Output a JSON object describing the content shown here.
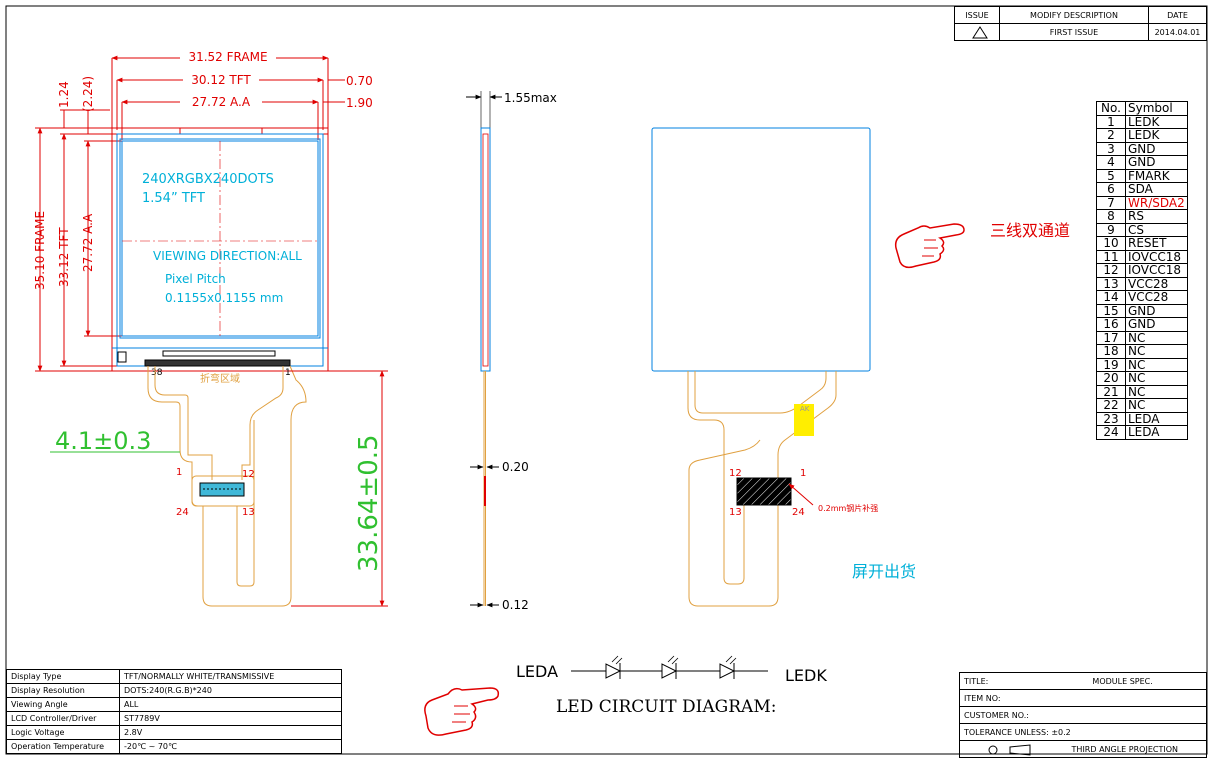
{
  "issue_block": {
    "headers": {
      "issue": "ISSUE",
      "desc": "MODIFY DESCRIPTION",
      "date": "DATE"
    },
    "row": {
      "desc": "FIRST ISSUE",
      "date": "2014.04.01"
    }
  },
  "front_view": {
    "dim_frame_w": "31.52 FRAME",
    "dim_tft_w": "30.12 TFT",
    "dim_aa_w": "27.72 A.A",
    "dim_070": "0.70",
    "dim_190": "1.90",
    "dim_124": "1.24",
    "dim_224": "(2.24)",
    "dim_frame_h": "35.10 FRAME",
    "dim_tft_h": "33.12 TFT",
    "dim_aa_h": "27.72 A.A",
    "resolution_text": "240XRGBX240DOTS",
    "size_text": "1.54”  TFT",
    "viewing_text": "VIEWING DIRECTION:ALL",
    "pitch_label": "Pixel Pitch",
    "pitch_value": "0.1155x0.1155 mm",
    "pin_38": "38",
    "pin_1": "1",
    "fpc_label": "折弯区域",
    "dim_fpc_width": "4.1±0.3",
    "dim_fpc_len": "33.64±0.5",
    "conn_pin_1": "1",
    "conn_pin_12": "12",
    "conn_pin_24": "24",
    "conn_pin_13": "13"
  },
  "side_view": {
    "dim_thickness": "1.55max",
    "dim_fpc_t1": "0.20",
    "dim_fpc_t2": "0.12"
  },
  "back_view": {
    "annotation": "三线双通道",
    "stiffener_note": "0.2mm钢片补强",
    "ship_note": "屏开出货",
    "ak_label": "AK",
    "conn_pin_12": "12",
    "conn_pin_1": "1",
    "conn_pin_13": "13",
    "conn_pin_24": "24"
  },
  "pin_table": {
    "headers": {
      "no": "No.",
      "symbol": "Symbol"
    },
    "pins": [
      {
        "no": "1",
        "symbol": "LEDK"
      },
      {
        "no": "2",
        "symbol": "LEDK"
      },
      {
        "no": "3",
        "symbol": "GND"
      },
      {
        "no": "4",
        "symbol": "GND"
      },
      {
        "no": "5",
        "symbol": "FMARK"
      },
      {
        "no": "6",
        "symbol": "SDA"
      },
      {
        "no": "7",
        "symbol": "WR/SDA2"
      },
      {
        "no": "8",
        "symbol": "RS"
      },
      {
        "no": "9",
        "symbol": "CS"
      },
      {
        "no": "10",
        "symbol": "RESET"
      },
      {
        "no": "11",
        "symbol": "IOVCC18"
      },
      {
        "no": "12",
        "symbol": "IOVCC18"
      },
      {
        "no": "13",
        "symbol": "VCC28"
      },
      {
        "no": "14",
        "symbol": "VCC28"
      },
      {
        "no": "15",
        "symbol": "GND"
      },
      {
        "no": "16",
        "symbol": "GND"
      },
      {
        "no": "17",
        "symbol": "NC"
      },
      {
        "no": "18",
        "symbol": "NC"
      },
      {
        "no": "19",
        "symbol": "NC"
      },
      {
        "no": "20",
        "symbol": "NC"
      },
      {
        "no": "21",
        "symbol": "NC"
      },
      {
        "no": "22",
        "symbol": "NC"
      },
      {
        "no": "23",
        "symbol": "LEDA"
      },
      {
        "no": "24",
        "symbol": "LEDA"
      }
    ],
    "highlight_color": "#e00000"
  },
  "led_circuit": {
    "left_label": "LEDA",
    "right_label": "LEDK",
    "title": "LED CIRCUIT DIAGRAM:"
  },
  "spec_table": {
    "rows": [
      {
        "k": "Display Type",
        "v": "TFT/NORMALLY WHITE/TRANSMISSIVE"
      },
      {
        "k": "Display Resolution",
        "v": "DOTS:240(R.G.B)*240"
      },
      {
        "k": "Viewing Angle",
        "v": "ALL"
      },
      {
        "k": "LCD Controller/Driver",
        "v": "ST7789V"
      },
      {
        "k": "Logic Voltage",
        "v": "2.8V"
      },
      {
        "k": "Operation Temperature",
        "v": "-20℃ ~ 70℃"
      }
    ]
  },
  "title_block": {
    "title_label": "TITLE:",
    "title_value": "MODULE SPEC.",
    "item_label": "ITEM NO:",
    "customer_label": "CUSTOMER NO.:",
    "tolerance": "TOLERANCE UNLESS: ±0.2",
    "projection": "THIRD ANGLE PROJECTION"
  },
  "colors": {
    "frame": "#e00000",
    "panel": "#0080e0",
    "text_cyan": "#00b0d8",
    "fpc": "#e0a040",
    "dim_green": "#30c030",
    "ink": "#000000",
    "stiffener": "#ffee00",
    "annotation": "#e00000"
  }
}
